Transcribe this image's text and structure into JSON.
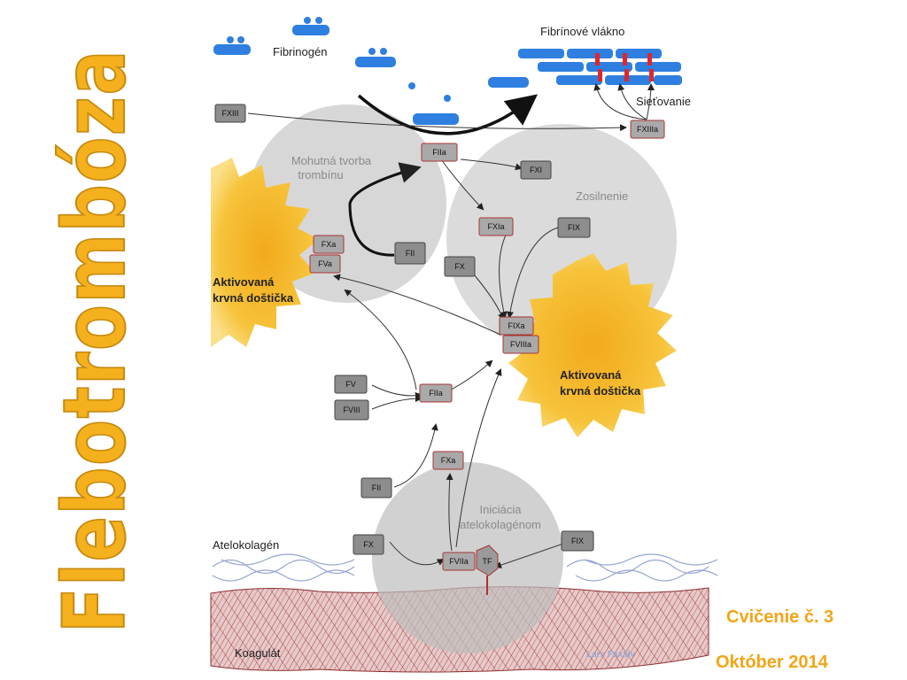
{
  "vertical_title": "Flebotrombóza",
  "labels": {
    "fibrinogen": "Fibrinogén",
    "fibrin_fiber": "Fibrínové vlákno",
    "crosslinking": "Sieťovanie",
    "massive_thrombin_line1": "Mohutná tvorba",
    "massive_thrombin_line2": "trombínu",
    "amplification": "Zosilnenie",
    "initiation_line1": "Iniciácia",
    "initiation_line2": "atelokolagénom",
    "activated_platelet_left_line1": "Aktivovaná",
    "activated_platelet_left_line2": "krvná doštička",
    "activated_platelet_right_line1": "Aktivovaná",
    "activated_platelet_right_line2": "krvná doštička",
    "atelocollagen": "Atelokolagén",
    "clot": "Koagulát",
    "watermark": "Lars Fäxälv"
  },
  "factors": {
    "fxiii": "FXIII",
    "fxiiia": "FXIIIa",
    "fiia_top": "FIIa",
    "fxi": "FXI",
    "fxa_left": "FXa",
    "fva": "FVa",
    "fii_mid": "FII",
    "fxia": "FXIa",
    "fix_mid": "FIX",
    "fx_mid": "FX",
    "fixa": "FIXa",
    "fviiia": "FVIIIa",
    "fv": "FV",
    "fviii": "FVIII",
    "fiia_mid": "FIIa",
    "fxa_low": "FXa",
    "fii_low": "FII",
    "fx_low": "FX",
    "fviia": "FVIIa",
    "tf": "TF",
    "fix_low": "FIX"
  },
  "footer": {
    "exercise": "Cvičenie č. 3",
    "date": "Október 2014"
  },
  "colors": {
    "accent": "#f2a516",
    "platelet": "#f5c12e",
    "fibrin_blue": "#2e7fe0",
    "circle_gray": "#cfcfcf",
    "crosslink_red": "#e0262c"
  }
}
